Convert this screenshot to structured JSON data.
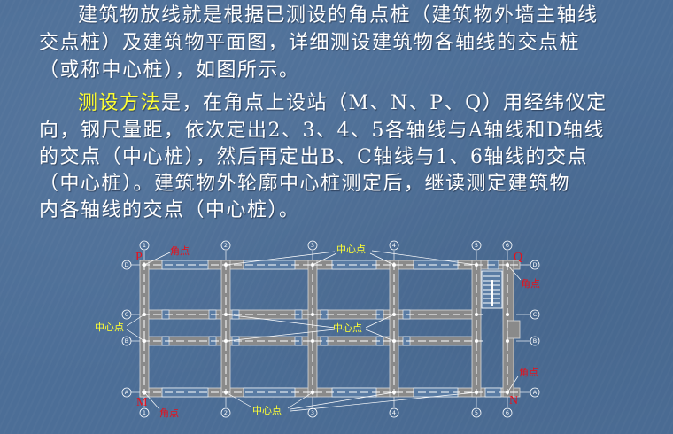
{
  "slide": {
    "background_color": "#4c6e97",
    "text_color": "#ffffff",
    "highlight_color": "#ffff33",
    "label_red": "#e8101a"
  },
  "paragraph1": {
    "line1": "建筑物放线就是根据已测设的角点桩（建筑物外墙主轴线",
    "line2": "交点桩）及建筑物平面图，详细测设建筑物各轴线的交点桩",
    "line3": "（或称中心桩），如图所示。"
  },
  "paragraph2": {
    "highlight": "测设方法",
    "line1_rest": "是，在角点上设站（M、N、P、Q）用经纬仪定",
    "line2": "向，钢尺量距，依次定出2、3、4、5各轴线与A轴线和D轴线",
    "line3": "的交点（中心桩），然后再定出B、C轴线与1、6轴线的交点",
    "line4": "（中心桩）。建筑物外轮廓中心桩测定后，继读测定建筑物",
    "line5": "内各轴线的交点（中心桩）。"
  },
  "diagram": {
    "corner_label": "角点",
    "center_label": "中心点",
    "corner_points": [
      "P",
      "Q",
      "M",
      "N"
    ],
    "column_axes": [
      "1",
      "2",
      "3",
      "4",
      "5",
      "6"
    ],
    "row_axes": [
      "D",
      "C",
      "B",
      "A"
    ]
  }
}
